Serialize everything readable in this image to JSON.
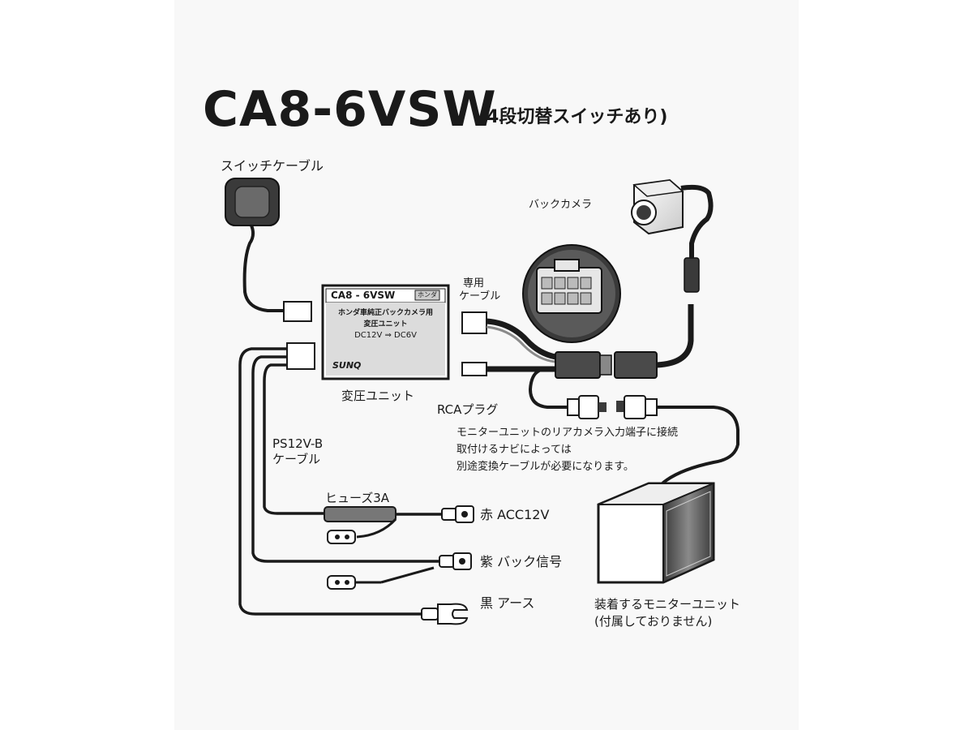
{
  "title": {
    "model": "CA8-6VSW",
    "subtitle": "(4段切替スイッチあり)"
  },
  "labels": {
    "switch_cable": "スイッチケーブル",
    "back_camera": "バックカメラ",
    "dedicated_cable": [
      "専用",
      "ケーブル"
    ],
    "step_down_unit": "変圧ユニット",
    "rca_plug": "RCAプラグ",
    "rca_note": [
      "モニターユニットのリアカメラ入力端子に接続",
      "取付けるナビによっては",
      "別途変換ケーブルが必要になります。"
    ],
    "ps_cable": [
      "PS12V-B",
      "ケーブル"
    ],
    "fuse": "ヒューズ3A",
    "red_wire": "赤 ACC12V",
    "purple_wire": "紫 バック信号",
    "black_wire": "黒 アース",
    "monitor_unit": [
      "装着するモニターユニット",
      "(付属しておりません)"
    ]
  },
  "unit_box": {
    "model": "CA8 - 6VSW",
    "badge": "ホンダ",
    "line1": "ホンダ車純正バックカメラ用",
    "line2": "変圧ユニット",
    "voltage": "DC12V ⇒ DC6V",
    "brand": "SUNQ"
  },
  "colors": {
    "line": "#1a1a1a",
    "panel": "#f8f8f8"
  }
}
